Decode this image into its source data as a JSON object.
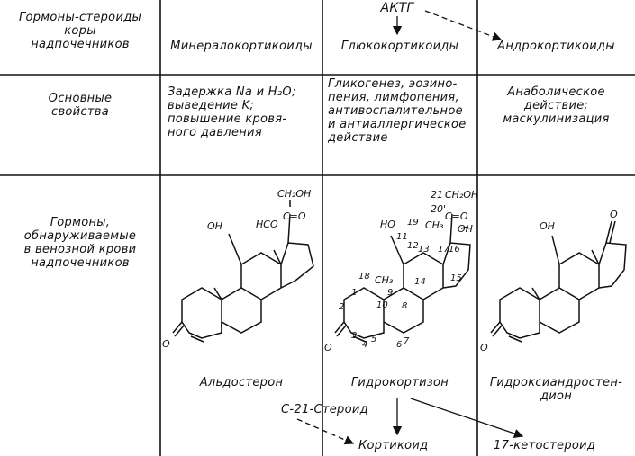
{
  "header": {
    "row_label": "Гормоны-стероиды\nкоры\nнадпочечников",
    "acth": "АКТГ",
    "col1": "Минералокортикоиды",
    "col2": "Глюкокортикоиды",
    "col3": "Андрокортикоиды"
  },
  "properties": {
    "row_label": "Основные\nсвойства",
    "col1": "Задержка Na и H₂O;\nвыведение K;\nповышение кровя-\nного давления",
    "col2": "Гликогенез, эозино-\nпения, лимфопения,\nантивоспалительное\nи антиаллергическое\nдействие",
    "col3": "Анаболическое\nдействие;\nмаскулинизация"
  },
  "hormones": {
    "row_label": "Гормоны,\nобнаруживаемые\nв венозной крови\nнадпочечников",
    "aldosterone": {
      "name": "Альдостерон",
      "labels": {
        "oh": "OH",
        "hco": "HCO",
        "ch2oh": "CH₂OH",
        "co": "C=O",
        "o": "O"
      }
    },
    "hydrocortisone": {
      "name": "Гидрокортизон",
      "labels": {
        "ho": "HO",
        "ch2oh": "CH₂OH",
        "c21": "21",
        "c20": "20'",
        "co": "C=O",
        "oh": "OH",
        "ch3a": "CH₃",
        "ch3b": "CH₃",
        "o": "O",
        "n1": "1",
        "n2": "2",
        "n3": "3",
        "n4": "4",
        "n5": "5",
        "n6": "6",
        "n7": "7",
        "n8": "8",
        "n9": "9",
        "n10": "10",
        "n11": "11",
        "n12": "12",
        "n13": "13",
        "n14": "14",
        "n15": "15",
        "n16": "16",
        "n17": "17",
        "n18": "18",
        "n19": "19"
      }
    },
    "hydroxyandrostenedione": {
      "name": "Гидроксиандростен-\nдион",
      "labels": {
        "oh": "OH",
        "o_top": "O",
        "o": "O"
      }
    }
  },
  "metabolism": {
    "c21": "С-21-Стероид",
    "corticoid": "Кортикоид",
    "ketosteroid": "17-кетостероид"
  }
}
